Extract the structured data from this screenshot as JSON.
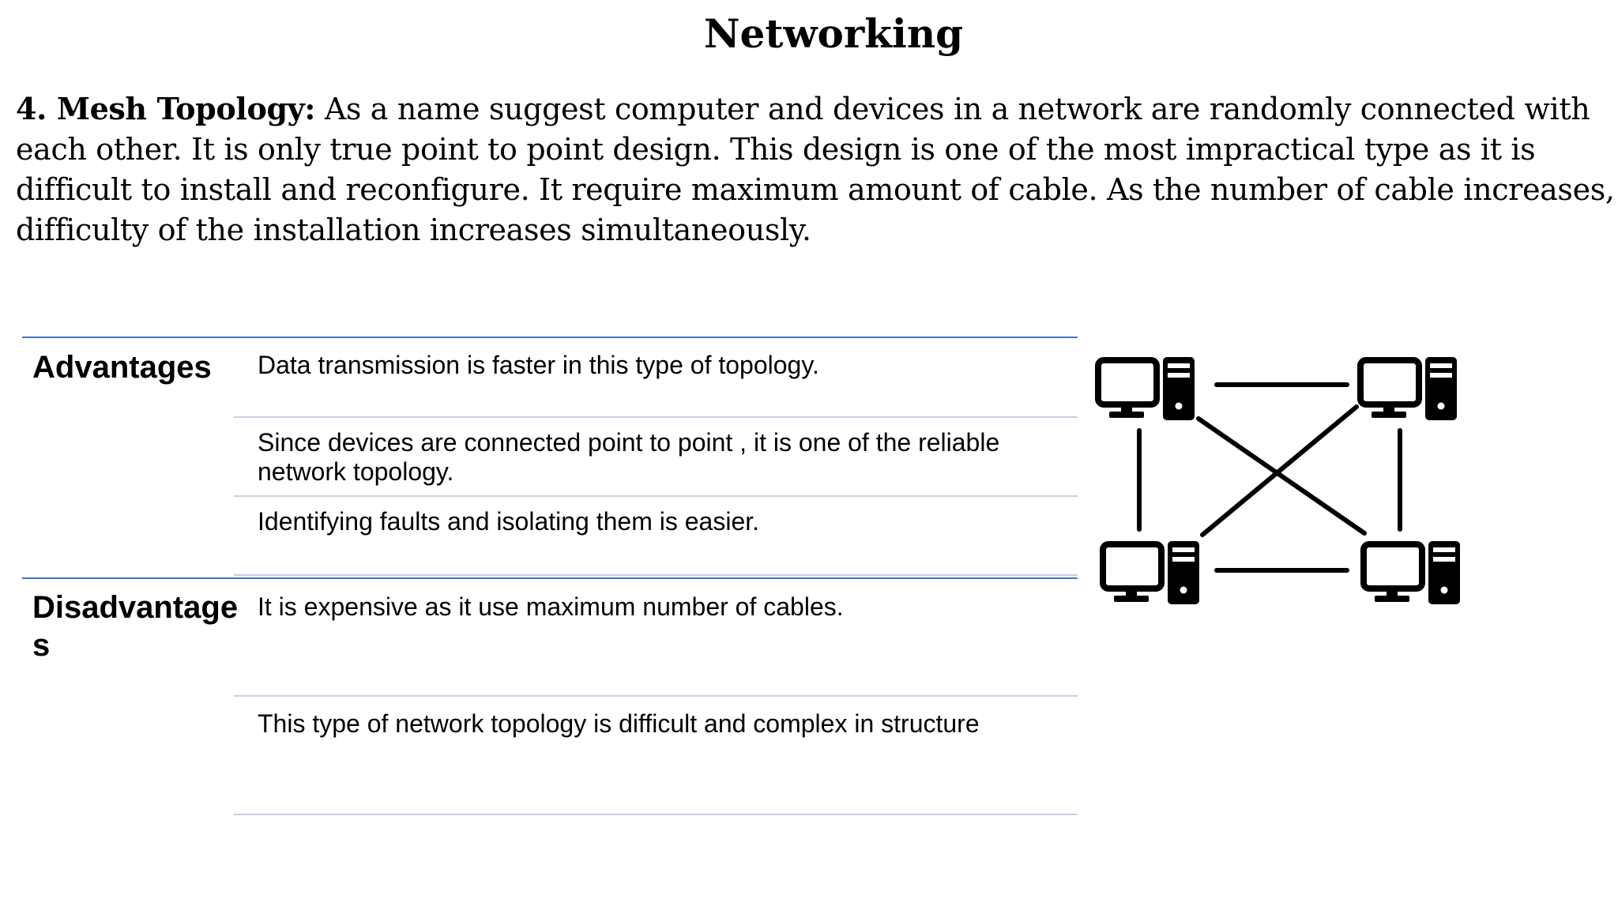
{
  "title": "Networking",
  "intro": {
    "lead": "4. Mesh Topology:",
    "text": "As a name suggest computer and devices in a network are randomly connected with each other. It is only true point to point design. This design is one of the most impractical type as it is difficult to install and reconfigure. It require maximum amount of cable. As the number of cable increases, difficulty of the installation increases simultaneously."
  },
  "table": {
    "advantages": {
      "label": "Advantages",
      "rows": [
        "Data transmission is faster in this type of topology.",
        "Since devices are connected point to point , it is one of the reliable network topology.",
        "Identifying faults and isolating them is easier."
      ]
    },
    "disadvantages": {
      "label": "Disadvantage s",
      "rows": [
        "It is expensive as it use maximum number of cables.",
        "This type of network topology is difficult and complex in structure"
      ]
    }
  },
  "diagram": {
    "icon": "mesh-topology-diagram",
    "node_icon": "desktop-computer-icon",
    "color": "#000000"
  }
}
